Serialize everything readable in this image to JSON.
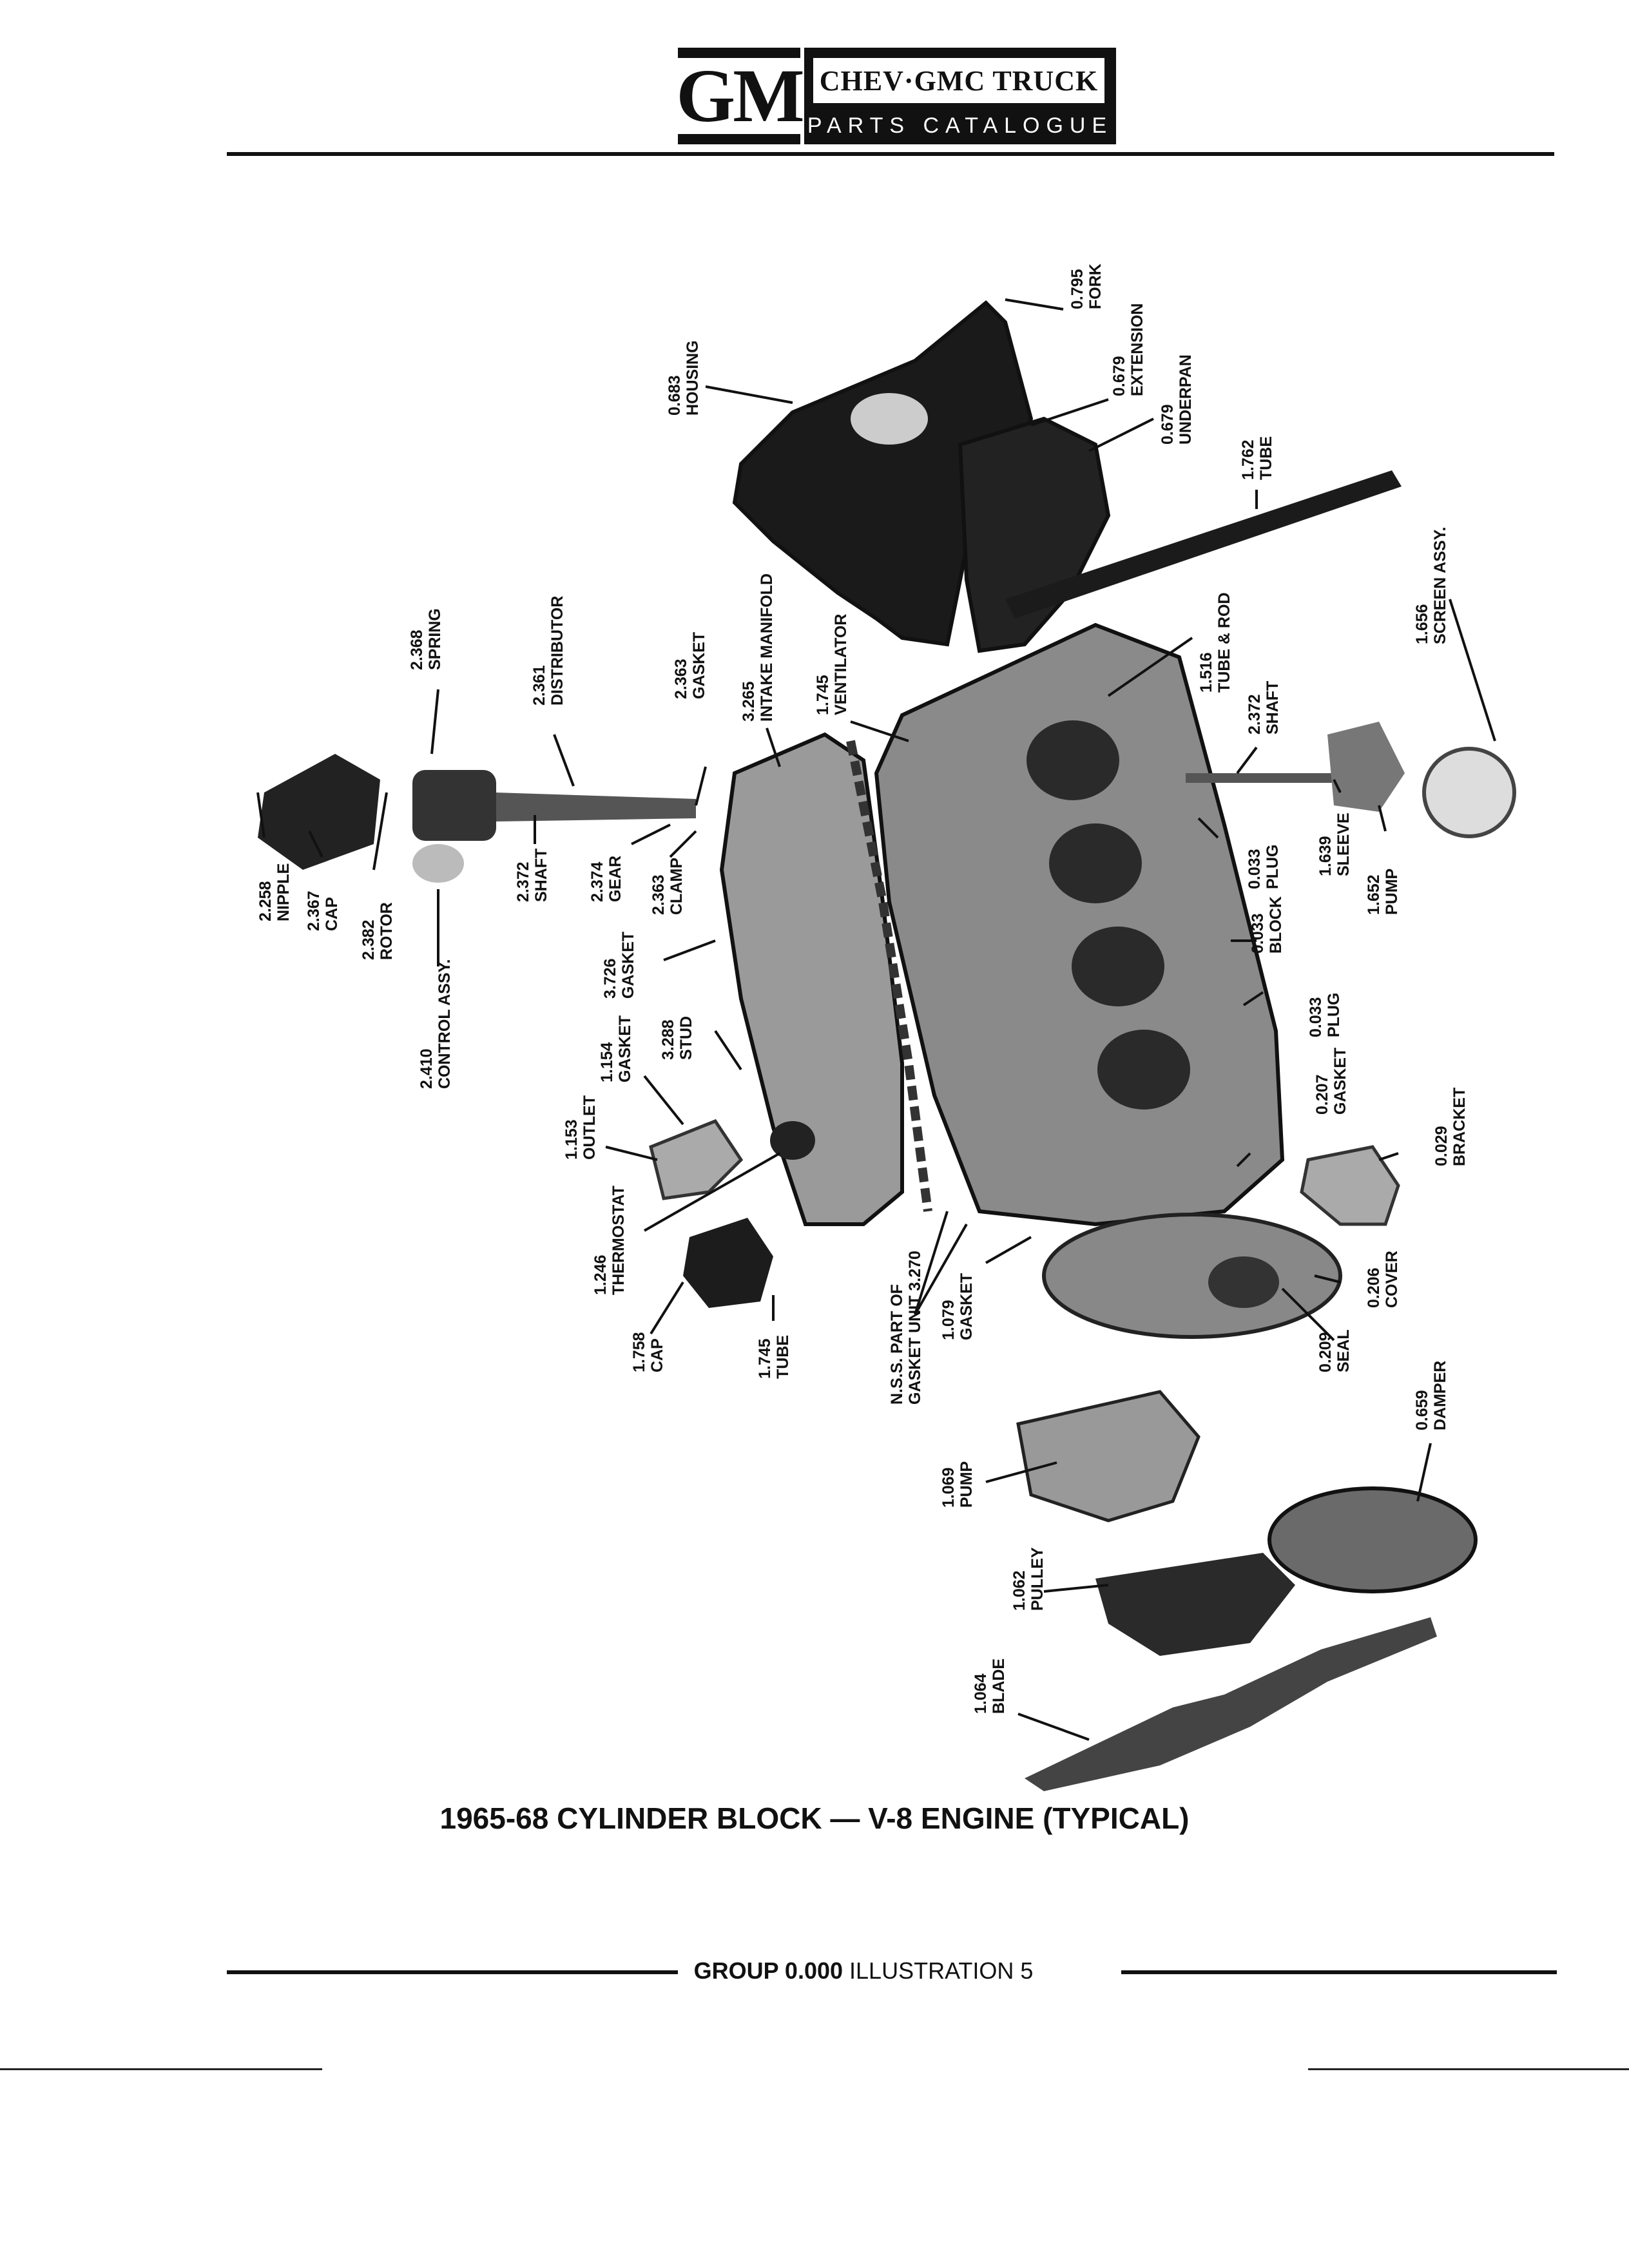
{
  "header": {
    "logo_text": "GM",
    "brand_line1": "CHEV·GMC TRUCK",
    "brand_line2": "PARTS CATALOGUE"
  },
  "caption": "1965-68 CYLINDER BLOCK — V-8 ENGINE (TYPICAL)",
  "footer": {
    "group_label": "GROUP 0.000",
    "illustration_label": "ILLUSTRATION 5"
  },
  "callouts": [
    {
      "id": "c1",
      "number": "0.795",
      "name": "FORK"
    },
    {
      "id": "c2",
      "number": "0.679",
      "name": "EXTENSION"
    },
    {
      "id": "c3",
      "number": "0.683",
      "name": "HOUSING"
    },
    {
      "id": "c4",
      "number": "0.679",
      "name": "UNDERPAN"
    },
    {
      "id": "c5",
      "number": "1.762",
      "name": "TUBE"
    },
    {
      "id": "c6",
      "number": "1.656",
      "name": "SCREEN ASSY."
    },
    {
      "id": "c7",
      "number": "1.516",
      "name": "TUBE & ROD"
    },
    {
      "id": "c8",
      "number": "2.372",
      "name": "SHAFT"
    },
    {
      "id": "c9",
      "number": "1.745",
      "name": "VENTILATOR"
    },
    {
      "id": "c10",
      "number": "3.265",
      "name": "INTAKE MANIFOLD"
    },
    {
      "id": "c11",
      "number": "2.363",
      "name": "GASKET"
    },
    {
      "id": "c12",
      "number": "2.361",
      "name": "DISTRIBUTOR"
    },
    {
      "id": "c13",
      "number": "2.368",
      "name": "SPRING"
    },
    {
      "id": "c14",
      "number": "2.258",
      "name": "NIPPLE"
    },
    {
      "id": "c15",
      "number": "2.367",
      "name": "CAP"
    },
    {
      "id": "c16",
      "number": "2.382",
      "name": "ROTOR"
    },
    {
      "id": "c17",
      "number": "2.372",
      "name": "SHAFT"
    },
    {
      "id": "c18",
      "number": "2.374",
      "name": "GEAR"
    },
    {
      "id": "c19",
      "number": "2.363",
      "name": "CLAMP"
    },
    {
      "id": "c20",
      "number": "2.410",
      "name": "CONTROL ASSY."
    },
    {
      "id": "c21",
      "number": "3.726",
      "name": "GASKET"
    },
    {
      "id": "c22",
      "number": "3.288",
      "name": "STUD"
    },
    {
      "id": "c23",
      "number": "1.154",
      "name": "GASKET"
    },
    {
      "id": "c24",
      "number": "1.153",
      "name": "OUTLET"
    },
    {
      "id": "c25",
      "number": "1.246",
      "name": "THERMOSTAT"
    },
    {
      "id": "c26",
      "number": "1.758",
      "name": "CAP"
    },
    {
      "id": "c27",
      "number": "1.745",
      "name": "TUBE"
    },
    {
      "id": "c28",
      "number": "N.S.S. PART OF",
      "name": "GASKET UNIT 3.270"
    },
    {
      "id": "c29",
      "number": "1.079",
      "name": "GASKET"
    },
    {
      "id": "c30",
      "number": "0.033",
      "name": "PLUG"
    },
    {
      "id": "c31",
      "number": "1.639",
      "name": "SLEEVE"
    },
    {
      "id": "c32",
      "number": "1.652",
      "name": "PUMP"
    },
    {
      "id": "c33",
      "number": "0.033",
      "name": "BLOCK"
    },
    {
      "id": "c34",
      "number": "0.033",
      "name": "PLUG"
    },
    {
      "id": "c35",
      "number": "0.207",
      "name": "GASKET"
    },
    {
      "id": "c36",
      "number": "0.029",
      "name": "BRACKET"
    },
    {
      "id": "c37",
      "number": "0.206",
      "name": "COVER"
    },
    {
      "id": "c38",
      "number": "0.209",
      "name": "SEAL"
    },
    {
      "id": "c39",
      "number": "0.659",
      "name": "DAMPER"
    },
    {
      "id": "c40",
      "number": "1.069",
      "name": "PUMP"
    },
    {
      "id": "c41",
      "number": "1.062",
      "name": "PULLEY"
    },
    {
      "id": "c42",
      "number": "1.064",
      "name": "BLADE"
    }
  ],
  "colors": {
    "ink": "#111111",
    "paper": "#ffffff"
  }
}
